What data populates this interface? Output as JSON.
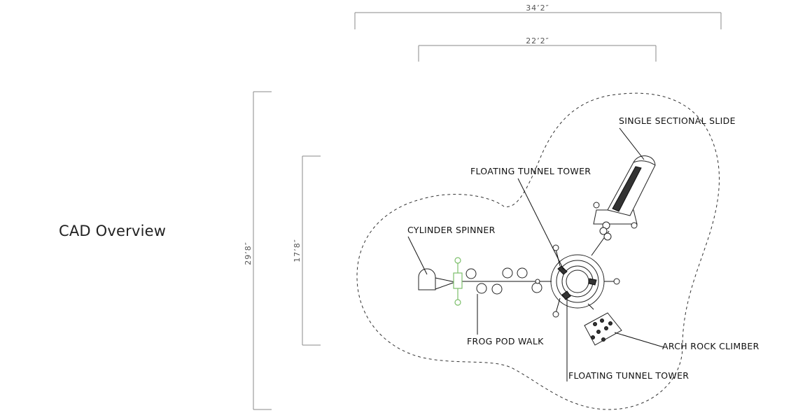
{
  "page_title": "CAD Overview",
  "dimensions": {
    "overall_width": "34’2″",
    "inner_width": "22’2″",
    "overall_depth": "29’8″",
    "inner_depth": "17’8″"
  },
  "components": {
    "single_sectional_slide": "SINGLE SECTIONAL SLIDE",
    "floating_tunnel_tower_top": "FLOATING TUNNEL TOWER",
    "cylinder_spinner": "CYLINDER SPINNER",
    "frog_pod_walk": "FROG POD WALK",
    "arch_rock_climber": "ARCH ROCK CLIMBER",
    "floating_tunnel_tower_bottom": "FLOATING TUNNEL TOWER"
  }
}
